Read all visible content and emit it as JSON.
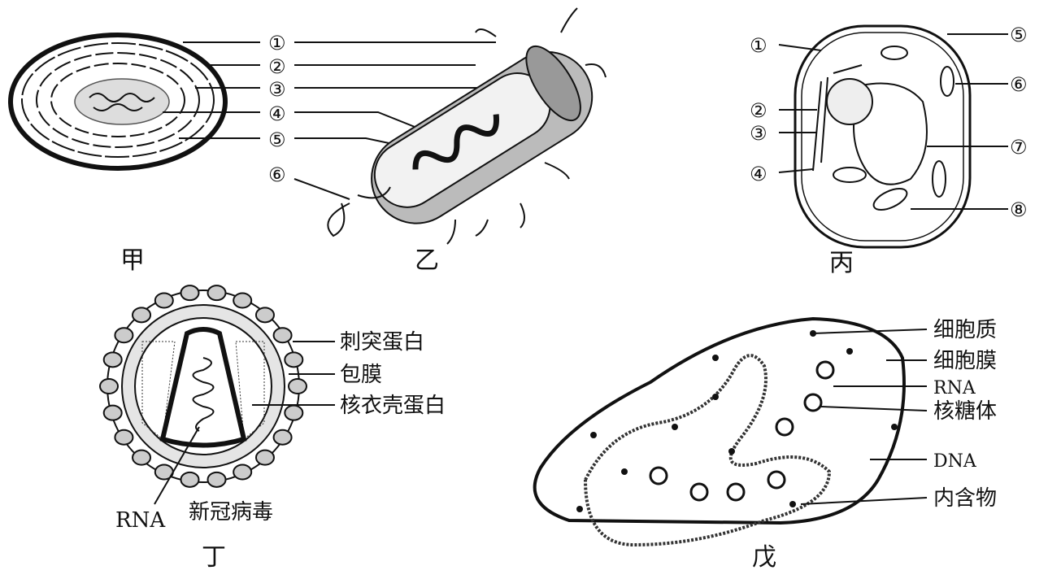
{
  "figures": {
    "jia": {
      "caption": "甲",
      "markers": [
        "①",
        "②",
        "③",
        "④",
        "⑤"
      ]
    },
    "yi": {
      "caption": "乙",
      "markers": [
        "⑥"
      ]
    },
    "bing": {
      "caption": "丙",
      "markers_left": [
        "①",
        "②",
        "③",
        "④"
      ],
      "markers_right": [
        "⑤",
        "⑥",
        "⑦",
        "⑧"
      ]
    },
    "ding": {
      "caption": "丁",
      "labels": [
        "刺突蛋白",
        "包膜",
        "核衣壳蛋白"
      ],
      "rna_label": "RNA",
      "name": "新冠病毒"
    },
    "wu": {
      "caption": "戊",
      "labels": [
        "细胞质",
        "细胞膜",
        "RNA",
        "核糖体",
        "DNA",
        "内含物"
      ]
    }
  }
}
